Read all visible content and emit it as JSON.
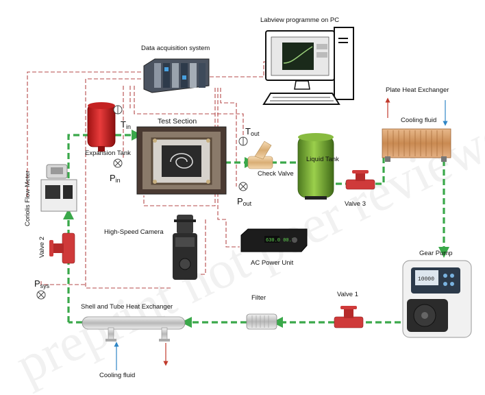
{
  "watermark": "preprint not peer reviewed",
  "labels": {
    "labview": "Labview programme on PC",
    "daq": "Data acquisition system",
    "test_section": "Test Section",
    "expansion_tank": "Expansion Tank",
    "check_valve": "Check Valve",
    "liquid_tank": "Liquid Tank",
    "valve3": "Valve 3",
    "phe": "Plate Heat Exchanger",
    "cooling_fluid_top": "Cooling fluid",
    "camera": "High-Speed Camera",
    "ac_power": "AC Power Unit",
    "gear_pump": "Gear Pump",
    "valve1": "Valve 1",
    "filter": "Filter",
    "shell_tube": "Shell  and Tube Heat Exchanger",
    "cooling_fluid_bottom": "Cooling fluid",
    "coriolis": "Coriolis Flow Meter",
    "valve2": "Valve 2",
    "power_display": "630.0 00.7",
    "pump_display": "10000"
  },
  "sensors": {
    "tin": {
      "main": "T",
      "sub": "in"
    },
    "pin": {
      "main": "P",
      "sub": "in"
    },
    "tout": {
      "main": "T",
      "sub": "out"
    },
    "pout": {
      "main": "P",
      "sub": "out"
    },
    "psys": {
      "main": "P",
      "sub": "sys"
    }
  },
  "colors": {
    "flow_line": "#3aa84a",
    "signal_line": "#b44848",
    "hot_arrow": "#c0392b",
    "cold_arrow": "#2f86c6"
  }
}
